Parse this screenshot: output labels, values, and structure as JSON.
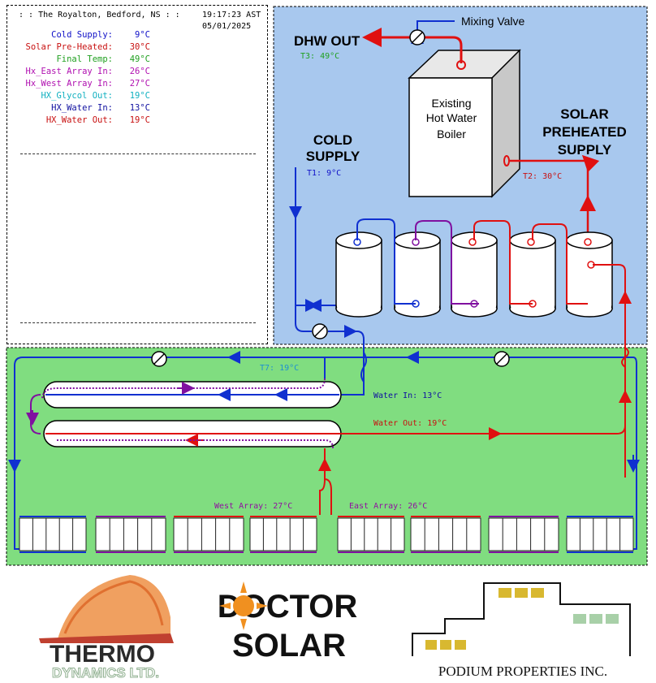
{
  "header": {
    "site": ": : The Royalton, Bedford, NS : :",
    "time": "19:17:23 AST",
    "date": "05/01/2025"
  },
  "readings": [
    {
      "label": "Cold Supply:",
      "value": "9°C",
      "color": "#1010c8"
    },
    {
      "label": "Solar Pre-Heated:",
      "value": "30°C",
      "color": "#c81010"
    },
    {
      "label": "Final Temp:",
      "value": "49°C",
      "color": "#20a020"
    },
    {
      "label": "Hx_East Array In:",
      "value": "26°C",
      "color": "#b010b0"
    },
    {
      "label": "Hx_West Array In:",
      "value": "27°C",
      "color": "#b010b0"
    },
    {
      "label": "HX_Glycol Out:",
      "value": "19°C",
      "color": "#10b0c0"
    },
    {
      "label": "HX_Water In:",
      "value": "13°C",
      "color": "#1010a0"
    },
    {
      "label": "HX_Water Out:",
      "value": "19°C",
      "color": "#c81010"
    }
  ],
  "diagram": {
    "mixing_valve": "Mixing Valve",
    "dhw_out": "DHW OUT",
    "t3": "T3:   49°C",
    "boiler_line1": "Existing",
    "boiler_line2": "Hot Water",
    "boiler_line3": "Boiler",
    "solar_line1": "SOLAR",
    "solar_line2": "PREHEATED",
    "solar_line3": "SUPPLY",
    "cold_line1": "COLD",
    "cold_line2": "SUPPLY",
    "t1": "T1:   9°C",
    "t2": "T2:   30°C",
    "t7": "T7:   19°C",
    "water_in": "Water In:   13°C",
    "water_out": "Water Out:   19°C",
    "west_array": "West Array:   27°C",
    "east_array": "East Array:   26°C"
  },
  "logos": {
    "thermo": "THERMO",
    "dynamics": "DYNAMICS LTD.",
    "doctor": "DOCTOR",
    "solar": "SOLAR",
    "podium": "PODIUM PROPERTIES INC."
  },
  "colors": {
    "blue_panel": "#a8c8ee",
    "green_panel": "#80dd80",
    "hot": "#e01010",
    "cold": "#1030d0",
    "glycol": "#8010a0"
  }
}
